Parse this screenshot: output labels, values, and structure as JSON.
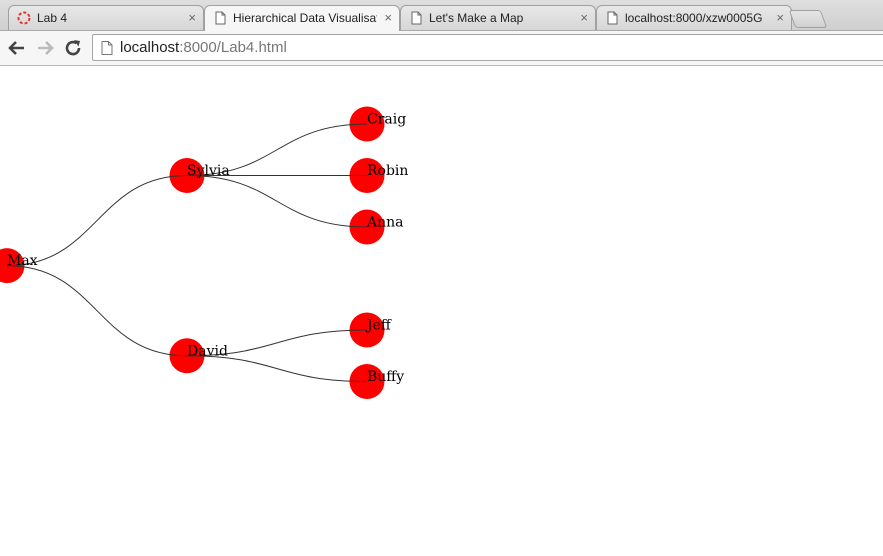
{
  "tabs": [
    {
      "title": "Lab 4",
      "icon": "loading-spinner-icon",
      "active": false
    },
    {
      "title": "Hierarchical Data Visualisati",
      "icon": "page-icon",
      "active": true
    },
    {
      "title": "Let's Make a Map",
      "icon": "page-icon",
      "active": false
    },
    {
      "title": "localhost:8000/xzw0005G",
      "icon": "page-icon",
      "active": false
    }
  ],
  "tab_close_glyph": "×",
  "address_bar": {
    "host": "localhost",
    "rest": ":8000/Lab4.html"
  },
  "tree": {
    "root": "Max",
    "children": [
      {
        "name": "Sylvia",
        "children": [
          "Craig",
          "Robin",
          "Anna"
        ]
      },
      {
        "name": "David",
        "children": [
          "Jeff",
          "Buffy"
        ]
      }
    ]
  },
  "colors": {
    "node_fill": "#ff0000",
    "link_stroke": "#333333"
  }
}
